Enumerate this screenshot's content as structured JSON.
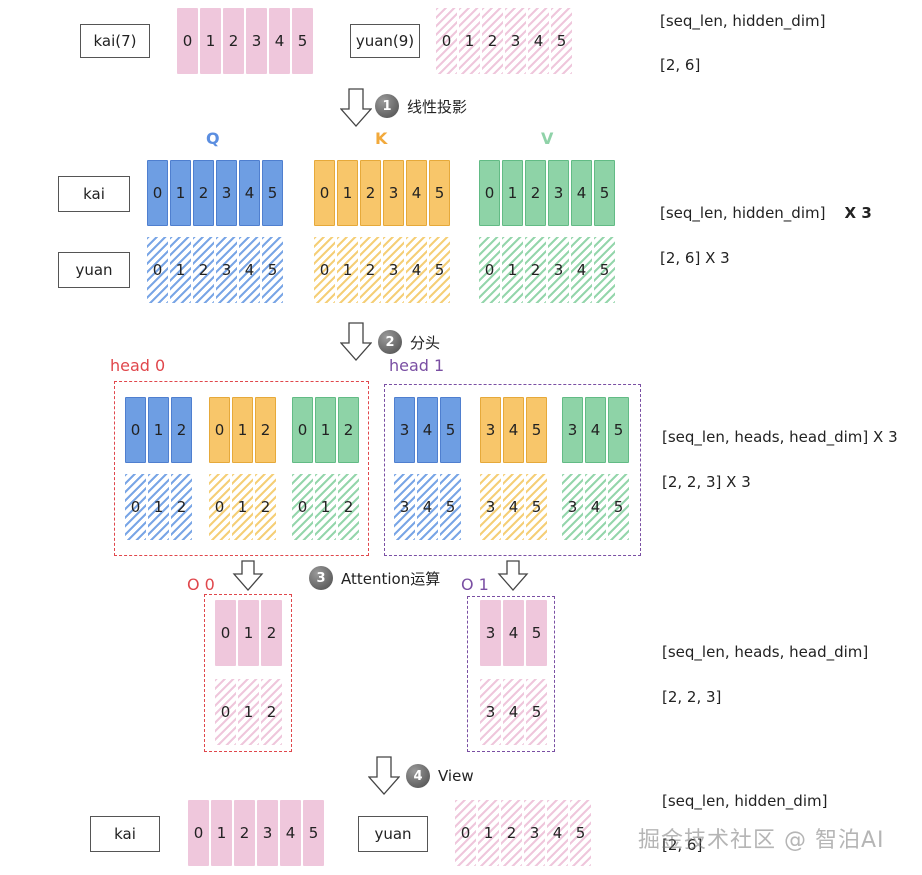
{
  "tokens": {
    "kai_with_id": "kai(7)",
    "yuan_with_id": "yuan(9)",
    "kai": "kai",
    "yuan": "yuan"
  },
  "dims6": [
    "0",
    "1",
    "2",
    "3",
    "4",
    "5"
  ],
  "dims_head0": [
    "0",
    "1",
    "2"
  ],
  "dims_head1": [
    "3",
    "4",
    "5"
  ],
  "qkv": {
    "q": "Q",
    "k": "K",
    "v": "V"
  },
  "heads": {
    "head0": "head 0",
    "head1": "head 1",
    "o0": "O 0",
    "o1": "O 1"
  },
  "steps": {
    "s1": {
      "num": "1",
      "label": "线性投影"
    },
    "s2": {
      "num": "2",
      "label": "分头"
    },
    "s3": {
      "num": "3",
      "label": "Attention运算"
    },
    "s4": {
      "num": "4",
      "label": "View"
    }
  },
  "notes": {
    "n1a": "[seq_len, hidden_dim]",
    "n1b": "[2, 6]",
    "n2a": "[seq_len, hidden_dim]",
    "n2a_mult": "X 3",
    "n2b": "[2, 6]  X 3",
    "n3a": "[seq_len, heads, head_dim]  X 3",
    "n3b": "[2, 2, 3]  X 3",
    "n4a": "[seq_len, heads, head_dim]",
    "n4b": "[2, 2, 3]",
    "n5a": "[seq_len, hidden_dim]",
    "n5b": "[2, 6]"
  },
  "watermark": "掘金技术社区 @ 智泊AI",
  "colors": {
    "q": "#5b8ee0",
    "k": "#f2a93b",
    "v": "#8fd2a8",
    "head0": "#e0474c",
    "head1": "#7a4fa3",
    "pink": "#efc7dc"
  }
}
